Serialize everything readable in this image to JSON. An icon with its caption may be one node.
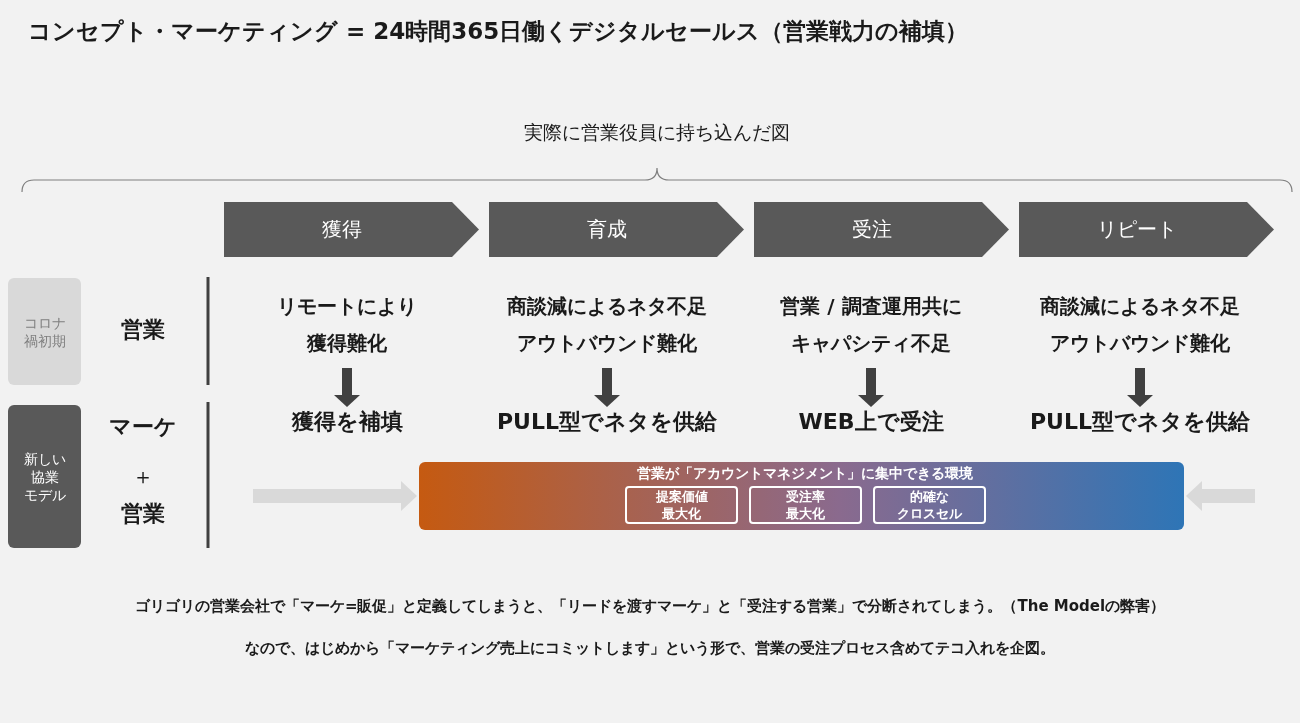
{
  "diagram": {
    "title": "コンセプト・マーケティング = 24時間365日働くデジタルセールス（営業戦力の補填）",
    "nodes": [
      {
        "text": [
          "獲得"
        ]
      },
      {
        "text": [
          "育成"
        ]
      },
      {
        "text": [
          "受注"
        ]
      },
      {
        "text": [
          "リピート"
        ]
      },
      {
        "text": [
          "コロナ禍初期"
        ]
      },
      {
        "text": [
          "新しい協業モデル"
        ]
      },
      {
        "text": [
          "リモートにより獲得難化"
        ]
      },
      {
        "text": [
          "獲得を補填"
        ]
      },
      {
        "text": [
          "商談減によるネタ不足アウトバウンド難化"
        ]
      },
      {
        "text": [
          "PULL型でネタを供給"
        ]
      },
      {
        "text": [
          "営業 / 調査運用共にキャパシティ不足"
        ]
      },
      {
        "text": [
          "WEB上で受注"
        ]
      },
      {
        "text": [
          "商談減によるネタ不足アウトバウンド難化"
        ]
      },
      {
        "text": [
          "PULL型でネタを供給"
        ]
      },
      {
        "text": [
          "営業が「アカウントマネジメント」に集中できる環境"
        ]
      },
      {
        "text": [
          "提案価値最大化"
        ],
        "in": 14
      },
      {
        "text": [
          "受注率最大化"
        ],
        "in": 14
      },
      {
        "text": [
          "的確なクロスセル"
        ],
        "in": 14
      }
    ],
    "edges": [
      {
        "from": 6,
        "to": 7,
        "arrow": "to"
      },
      {
        "from": 8,
        "to": 9,
        "arrow": "to"
      },
      {
        "from": 10,
        "to": 11,
        "arrow": "to"
      },
      {
        "from": 12,
        "to": 13,
        "arrow": "to"
      },
      {
        "from": null,
        "to": 14,
        "arrow": "to",
        "color": "#d9d9d9"
      },
      {
        "from": null,
        "to": 14,
        "arrow": "to",
        "color": "#d9d9d9"
      }
    ],
    "labels": [
      "実際に営業役員に持ち込んだ図",
      "営業",
      "マーケ",
      "＋",
      "営業",
      "ゴリゴリの営業会社で「マーケ=販促」と定義してしまうと、「リードを渡すマーケ」と「受注する営業」で分断されてしまう。（The Modelの弊害）",
      "なので、はじめから「マーケティング売上にコミットします」という形で、営業の受注プロセス含めてテコ入れを企図。"
    ]
  }
}
